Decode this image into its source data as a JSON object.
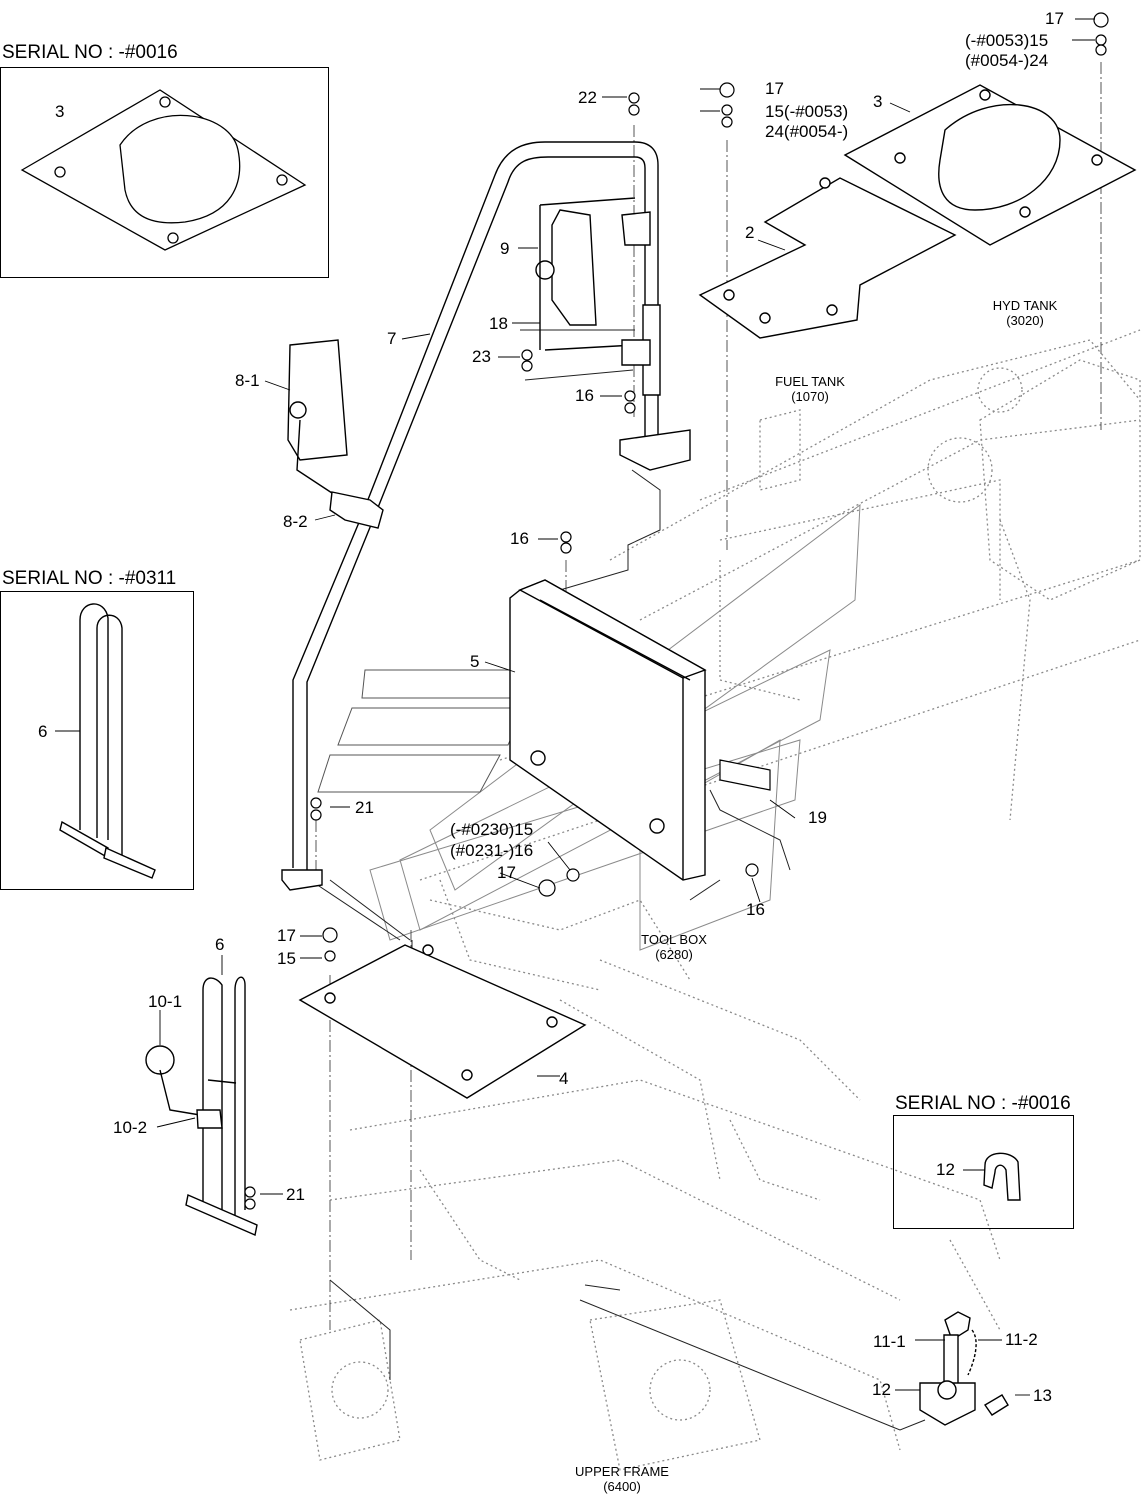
{
  "insets": [
    {
      "title": "SERIAL NO : -#0016",
      "part": "3"
    },
    {
      "title": "SERIAL NO : -#0311",
      "part": "6"
    },
    {
      "title": "SERIAL NO : -#0016",
      "part": "12"
    }
  ],
  "callouts": {
    "c17_top": "17",
    "c15_top": "(-#0053)15",
    "c24_top": "(#0054-)24",
    "c17_b": "17",
    "c15_b": "15(-#0053)",
    "c24_b": "24(#0054-)",
    "c3_right": "3",
    "c2": "2",
    "c22": "22",
    "c9": "9",
    "c18": "18",
    "c23": "23",
    "c16_a": "16",
    "c7": "7",
    "c8_1": "8-1",
    "c8_2": "8-2",
    "c16_b": "16",
    "c5": "5",
    "c21_a": "21",
    "c19": "19",
    "c15_mid": "(-#0230)15",
    "c16_mid": "(#0231-)16",
    "c17_mid": "17",
    "c16_c": "16",
    "c6": "6",
    "c17_d": "17",
    "c15_d": "15",
    "c10_1": "10-1",
    "c10_2": "10-2",
    "c4": "4",
    "c21_b": "21",
    "c11_1": "11-1",
    "c11_2": "11-2",
    "c12": "12",
    "c13": "13"
  },
  "notes": {
    "hyd_tank": "HYD TANK",
    "hyd_tank_code": "(3020)",
    "fuel_tank": "FUEL TANK",
    "fuel_tank_code": "(1070)",
    "tool_box": "TOOL BOX",
    "tool_box_code": "(6280)",
    "upper_frame": "UPPER FRAME",
    "upper_frame_code": "(6400)"
  },
  "colors": {
    "line": "#000000",
    "ghost": "#8a8a8a",
    "background": "#ffffff"
  }
}
